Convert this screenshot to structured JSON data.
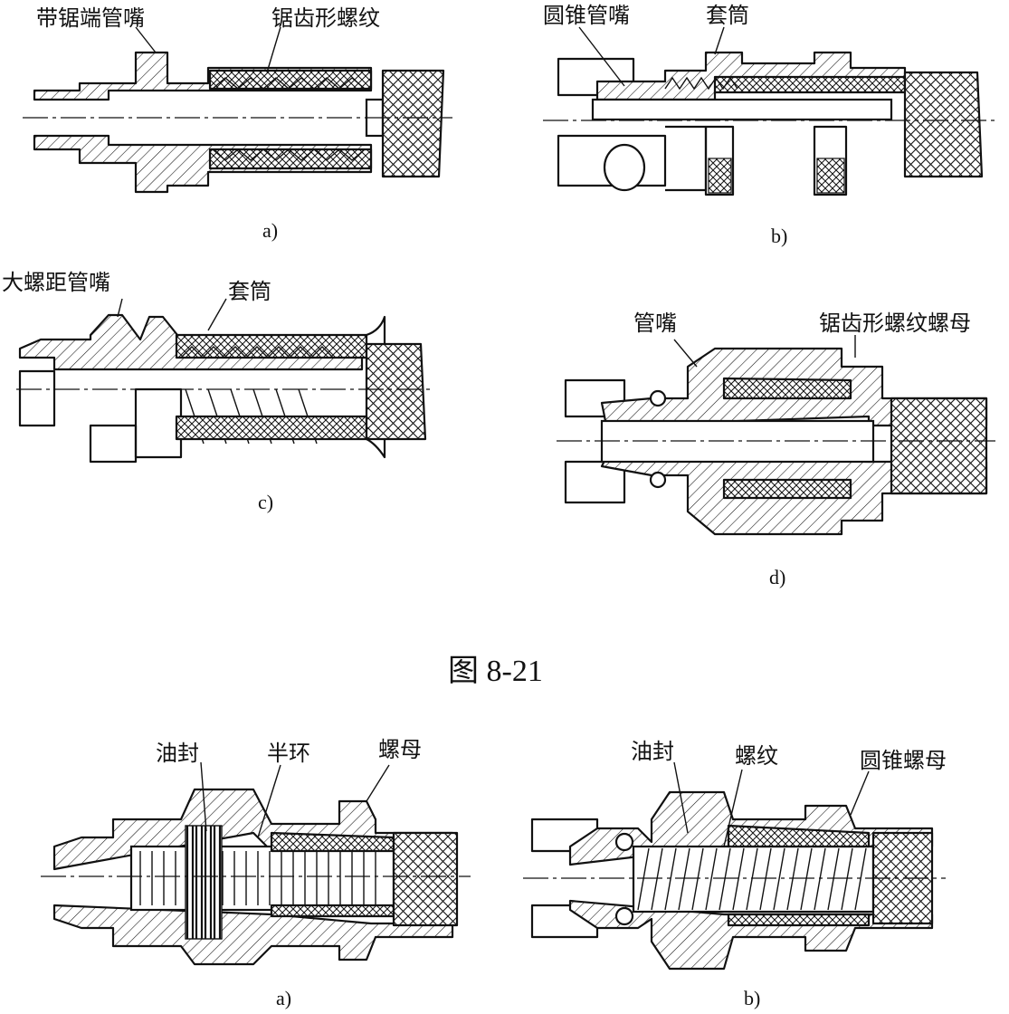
{
  "figure_title": "图 8-21",
  "top": {
    "a": {
      "caption": "a)",
      "labels": [
        "带锯端管嘴",
        "锯齿形螺纹"
      ]
    },
    "b": {
      "caption": "b)",
      "labels": [
        "圆锥管嘴",
        "套筒"
      ]
    },
    "c": {
      "caption": "c)",
      "labels": [
        "大螺距管嘴",
        "套筒"
      ]
    },
    "d": {
      "caption": "d)",
      "labels": [
        "管嘴",
        "锯齿形螺纹螺母"
      ]
    }
  },
  "bottom": {
    "a": {
      "caption": "a)",
      "labels": [
        "油封",
        "半环",
        "螺母"
      ]
    },
    "b": {
      "caption": "b)",
      "labels": [
        "油封",
        "螺纹",
        "圆锥螺母"
      ]
    }
  },
  "colors": {
    "line": "#111111",
    "background": "#ffffff"
  }
}
